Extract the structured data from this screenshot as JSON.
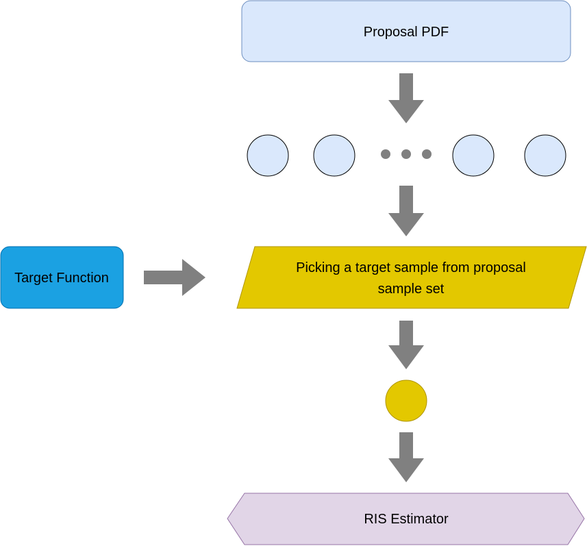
{
  "nodes": {
    "proposal_pdf": {
      "label": "Proposal PDF",
      "fill": "#dae8fc",
      "stroke": "#6c8ebf"
    },
    "samples": {
      "count_left": 2,
      "count_right": 2,
      "ellipsis": "dots",
      "fill": "#dae8fc",
      "stroke": "#000000",
      "dot_color": "#808080"
    },
    "target_function": {
      "label": "Target Function",
      "fill": "#1ba1e2",
      "stroke": "#006eaf"
    },
    "picking": {
      "label_line1": "Picking a target sample from proposal",
      "label_line2": "sample set",
      "fill": "#e3c800",
      "stroke": "#b09500"
    },
    "selected_sample": {
      "fill": "#e3c800",
      "stroke": "#b09500"
    },
    "ris_estimator": {
      "label": "RIS Estimator",
      "fill": "#e1d5e7",
      "stroke": "#9673a6"
    }
  },
  "arrows": {
    "color": "#808080",
    "edges": [
      {
        "from": "proposal-pdf",
        "to": "samples",
        "direction": "down"
      },
      {
        "from": "samples",
        "to": "picking",
        "direction": "down"
      },
      {
        "from": "target-function",
        "to": "picking",
        "direction": "right"
      },
      {
        "from": "picking",
        "to": "selected-sample",
        "direction": "down"
      },
      {
        "from": "selected-sample",
        "to": "ris-estimator",
        "direction": "down"
      }
    ]
  }
}
